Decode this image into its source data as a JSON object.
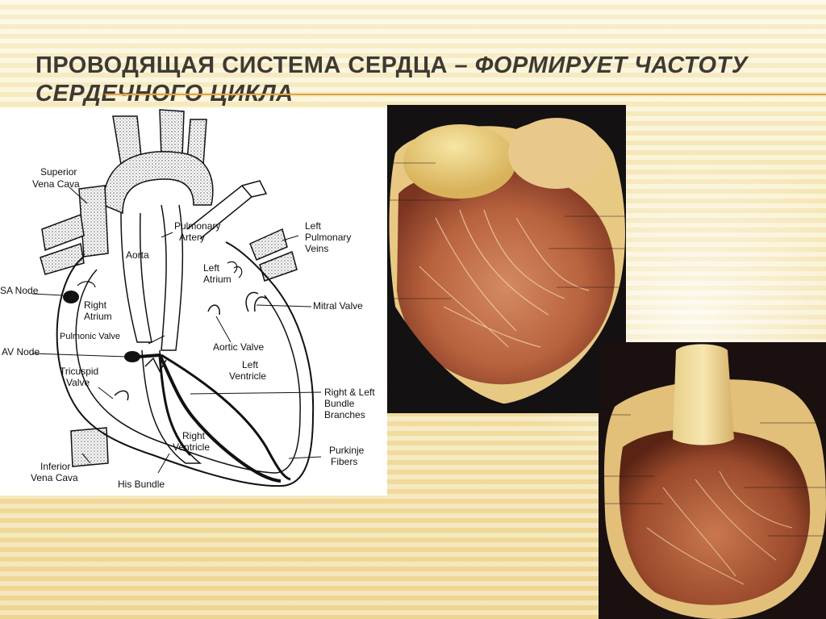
{
  "slide": {
    "title_part1": "Проводящая система сердца –",
    "title_part2": "формирует частоту сердечного цикла"
  },
  "diagram": {
    "labels": {
      "superior_vena_cava_1": "Superior",
      "superior_vena_cava_2": "Vena Cava",
      "aorta": "Aorta",
      "pulmonary_artery_1": "Pulmonary",
      "pulmonary_artery_2": "Artery",
      "left_pulmonary_veins_1": "Left",
      "left_pulmonary_veins_2": "Pulmonary",
      "left_pulmonary_veins_3": "Veins",
      "left_atrium_1": "Left",
      "left_atrium_2": "Atrium",
      "sa_node": "SA Node",
      "right_atrium_1": "Right",
      "right_atrium_2": "Atrium",
      "mitral_valve": "Mitral Valve",
      "pulmonic_valve": "Pulmonic Valve",
      "aortic_valve": "Aortic Valve",
      "av_node": "AV Node",
      "tricuspid_valve_1": "Tricuspid",
      "tricuspid_valve_2": "Valve",
      "left_ventricle_1": "Left",
      "left_ventricle_2": "Ventricle",
      "bundle_branches_1": "Right & Left",
      "bundle_branches_2": "Bundle",
      "bundle_branches_3": "Branches",
      "right_ventricle_1": "Right",
      "right_ventricle_2": "Ventricle",
      "purkinje_fibers_1": "Purkinje",
      "purkinje_fibers_2": "Fibers",
      "inferior_vena_cava_1": "Inferior",
      "inferior_vena_cava_2": "Vena Cava",
      "his_bundle": "His Bundle"
    }
  },
  "colors": {
    "title": "#3d3a33",
    "accent_rule": "#e0a24a",
    "background": "#f6e7b2"
  }
}
